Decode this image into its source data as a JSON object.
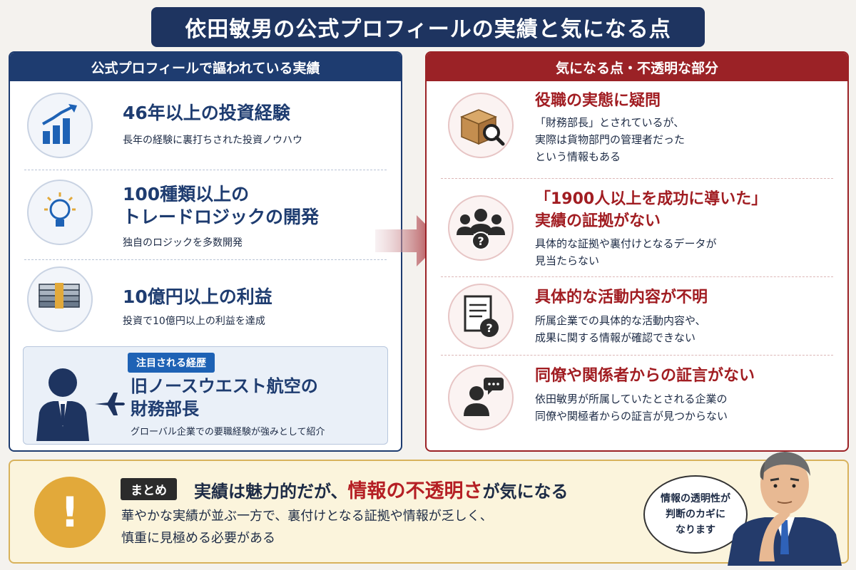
{
  "title": "依田敏男の公式プロフィールの実績と気になる点",
  "left_panel": {
    "heading": "公式プロフィールで謳われている実績",
    "items": [
      {
        "title": "46年以上の投資経験",
        "desc": "長年の経験に裏打ちされた投資ノウハウ",
        "icon": "rising-bar-chart-icon"
      },
      {
        "title_line1": "100種類以上の",
        "title_line2": "トレードロジックの開発",
        "desc": "独自のロジックを多数開発",
        "icon": "lightbulb-icon"
      },
      {
        "title": "10億円以上の利益",
        "desc": "投資で10億円以上の利益を達成",
        "icon": "money-stack-icon"
      }
    ],
    "career": {
      "badge": "注目される経歴",
      "title_line1": "旧ノースウエスト航空の",
      "title_line2": "財務部長",
      "desc": "グローバル企業での要職経験が強みとして紹介",
      "icons": [
        "businessman-icon",
        "airplane-icon"
      ]
    }
  },
  "right_panel": {
    "heading": "気になる点・不透明な部分",
    "items": [
      {
        "title": "役職の実態に疑問",
        "desc_lines": [
          "「財務部長」とされているが、",
          "実際は貨物部門の管理者だった",
          "という情報もある"
        ],
        "icon": "package-magnifier-icon"
      },
      {
        "title_line1": "「1900人以上を成功に導いた」",
        "title_line2": "実績の証拠がない",
        "desc_lines": [
          "具体的な証拠や裏付けとなるデータが",
          "見当たらない"
        ],
        "icon": "group-question-icon"
      },
      {
        "title": "具体的な活動内容が不明",
        "desc_lines": [
          "所属企業での具体的な活動内容や、",
          "成果に関する情報が確認できない"
        ],
        "icon": "document-question-icon"
      },
      {
        "title": "同僚や関係者からの証言がない",
        "desc_lines": [
          "依田敏男が所属していたとされる企業の",
          "同僚や関極者からの証言が見つからない"
        ],
        "icon": "person-speech-icon"
      }
    ]
  },
  "summary": {
    "badge": "まとめ",
    "head_pre": "実績は魅力的だが、",
    "head_highlight": "情報の不透明さ",
    "head_post": "が気になる",
    "text_lines": [
      "華やかな実績が並ぶ一方で、裏付けとなる証拠や情報が乏しく、",
      "慎重に見極める必要がある"
    ],
    "bubble_lines": [
      "情報の透明性が",
      "判断のカギに",
      "なります"
    ],
    "icon": "exclamation-icon"
  },
  "colors": {
    "navy": "#1e3c70",
    "red": "#9b2226",
    "gold": "#e2a93a",
    "blue": "#1e62b5"
  }
}
